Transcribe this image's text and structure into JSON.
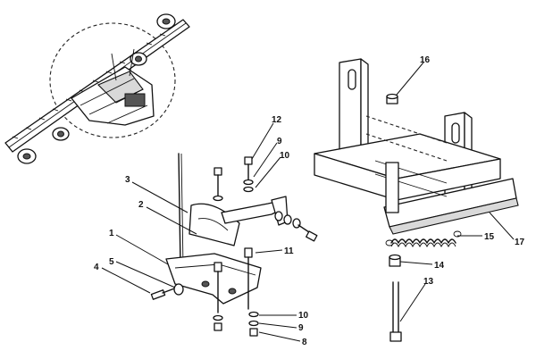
{
  "diagram": {
    "callouts": [
      {
        "id": "c1",
        "label": "1"
      },
      {
        "id": "c2",
        "label": "2"
      },
      {
        "id": "c3",
        "label": "3"
      },
      {
        "id": "c4",
        "label": "4"
      },
      {
        "id": "c5",
        "label": "5"
      },
      {
        "id": "c8",
        "label": "8"
      },
      {
        "id": "c9a",
        "label": "9"
      },
      {
        "id": "c9b",
        "label": "9"
      },
      {
        "id": "c10a",
        "label": "10"
      },
      {
        "id": "c10b",
        "label": "10"
      },
      {
        "id": "c11",
        "label": "11"
      },
      {
        "id": "c12",
        "label": "12"
      },
      {
        "id": "c13",
        "label": "13"
      },
      {
        "id": "c14",
        "label": "14"
      },
      {
        "id": "c15",
        "label": "15"
      },
      {
        "id": "c16",
        "label": "16"
      },
      {
        "id": "c17",
        "label": "17"
      }
    ]
  }
}
